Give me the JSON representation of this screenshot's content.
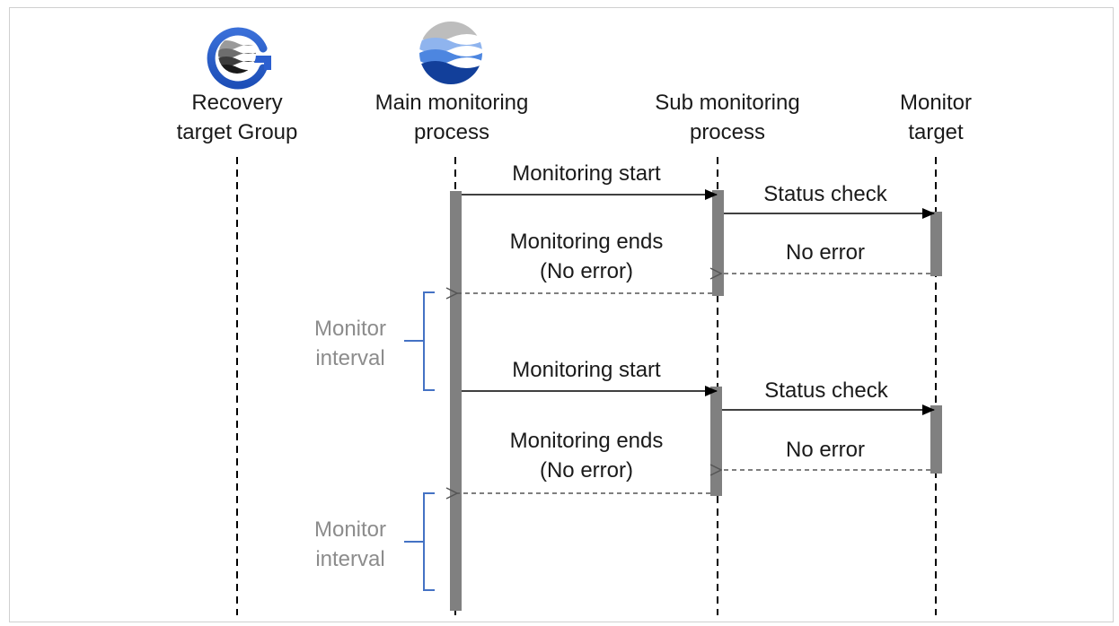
{
  "participants": [
    {
      "id": "recovery",
      "label_lines": [
        "Recovery",
        "target Group"
      ],
      "icon": "group-logo-icon"
    },
    {
      "id": "main",
      "label_lines": [
        "Main monitoring",
        "process"
      ],
      "icon": "monitor-process-logo-icon"
    },
    {
      "id": "sub",
      "label_lines": [
        "Sub monitoring",
        "process"
      ]
    },
    {
      "id": "target",
      "label_lines": [
        "Monitor",
        "target"
      ]
    }
  ],
  "cycles": [
    {
      "monitoring_start": "Monitoring start",
      "status_check": "Status check",
      "no_error": "No error",
      "monitoring_ends_lines": [
        "Monitoring ends",
        "(No error)"
      ],
      "interval_lines": [
        "Monitor",
        "interval"
      ]
    },
    {
      "monitoring_start": "Monitoring start",
      "status_check": "Status check",
      "no_error": "No error",
      "monitoring_ends_lines": [
        "Monitoring ends",
        "(No error)"
      ],
      "interval_lines": [
        "Monitor",
        "interval"
      ]
    }
  ],
  "colors": {
    "activation_bar": "#808080",
    "bracket": "#4472c4",
    "interval_text": "#8c8c8c",
    "arrow": "#000000",
    "return_arrow": "#555555"
  }
}
